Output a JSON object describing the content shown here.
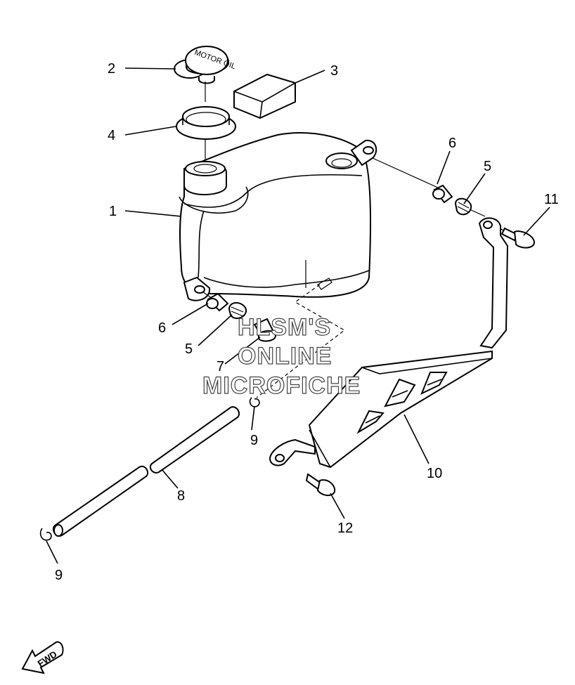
{
  "callouts": [
    {
      "id": "1",
      "label": "1"
    },
    {
      "id": "2",
      "label": "2"
    },
    {
      "id": "3",
      "label": "3"
    },
    {
      "id": "4",
      "label": "4"
    },
    {
      "id": "5a",
      "label": "5"
    },
    {
      "id": "5b",
      "label": "5"
    },
    {
      "id": "6a",
      "label": "6"
    },
    {
      "id": "6b",
      "label": "6"
    },
    {
      "id": "7",
      "label": "7"
    },
    {
      "id": "8",
      "label": "8"
    },
    {
      "id": "9a",
      "label": "9"
    },
    {
      "id": "9b",
      "label": "9"
    },
    {
      "id": "10",
      "label": "10"
    },
    {
      "id": "11",
      "label": "11"
    },
    {
      "id": "12",
      "label": "12"
    }
  ],
  "cap_text": "MOTOR OIL",
  "watermark": [
    "HLSM'S",
    "ONLINE",
    "MICROFICHE"
  ],
  "fwd_label": "FWD"
}
